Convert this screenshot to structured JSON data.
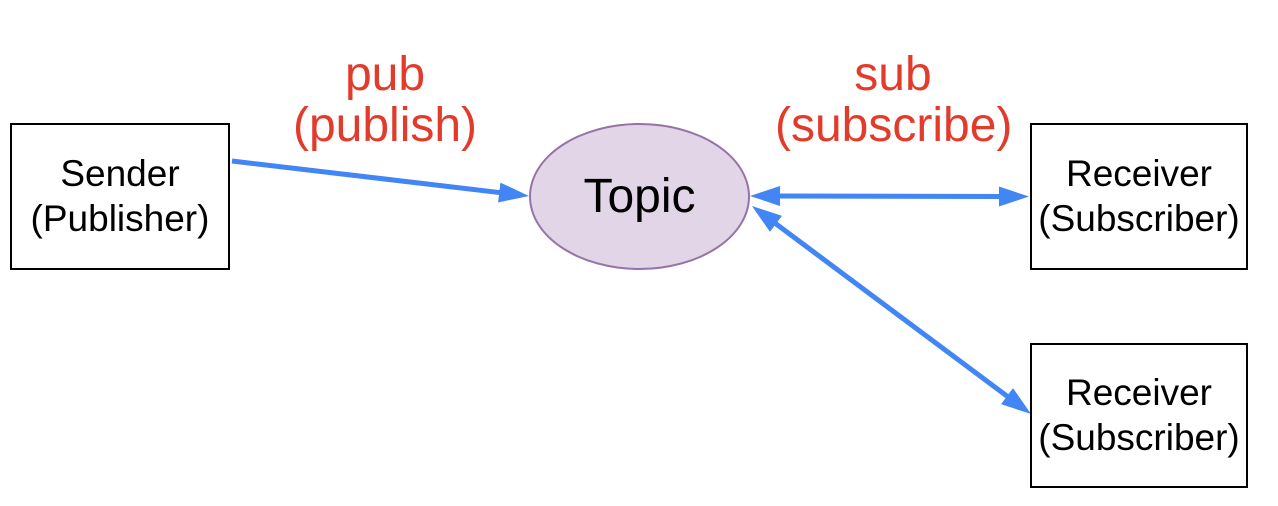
{
  "diagram": {
    "nodes": {
      "sender": {
        "line1": "Sender",
        "line2": "(Publisher)"
      },
      "topic": {
        "label": "Topic"
      },
      "receiver_top": {
        "line1": "Receiver",
        "line2": "(Subscriber)"
      },
      "receiver_bottom": {
        "line1": "Receiver",
        "line2": "(Subscriber)"
      }
    },
    "edge_labels": {
      "pub": {
        "line1": "pub",
        "line2": "(publish)"
      },
      "sub": {
        "line1": "sub",
        "line2": "(subscribe)"
      }
    },
    "edges": [
      {
        "name": "pub-arrow",
        "from": "sender",
        "to": "topic",
        "heads": "end"
      },
      {
        "name": "sub-arrow-top",
        "from": "topic",
        "to": "receiver_top",
        "heads": "both"
      },
      {
        "name": "sub-arrow-bottom",
        "from": "topic",
        "to": "receiver_bottom",
        "heads": "both"
      }
    ]
  },
  "colors": {
    "canvas_bg": "#ffffff",
    "arrow_blue": "#4285f4",
    "label_red": "#e23b2c",
    "topic_fill": "#e1d5e7",
    "topic_stroke": "#9673a6",
    "node_border": "#000000",
    "text_black": "#000000"
  }
}
